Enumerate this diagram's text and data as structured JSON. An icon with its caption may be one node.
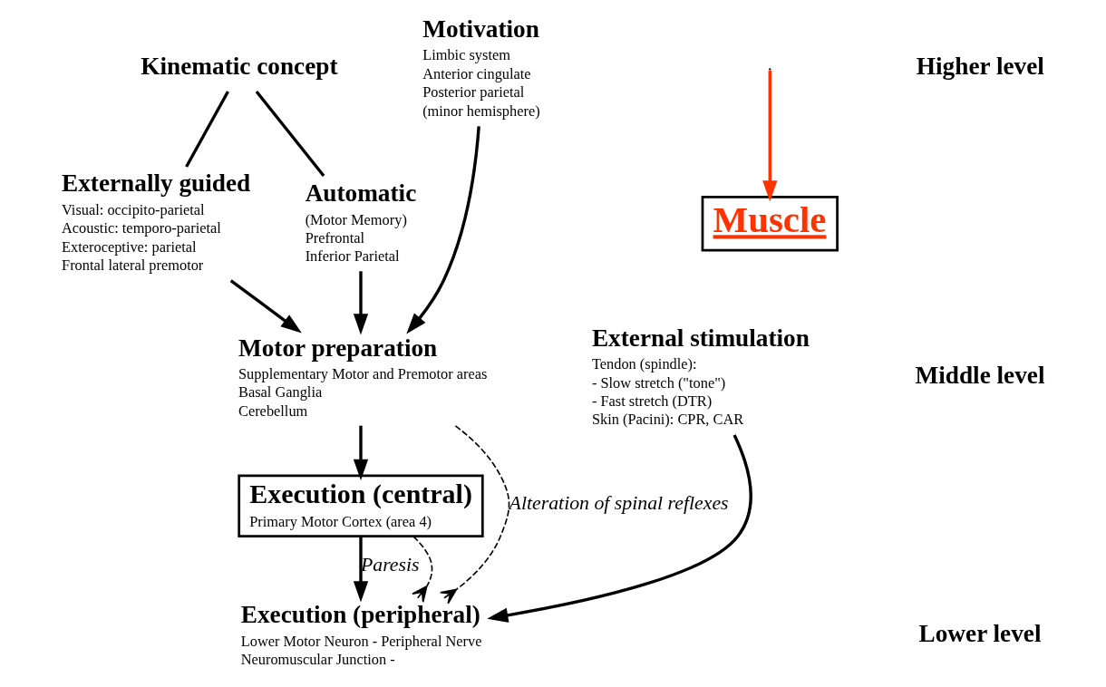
{
  "diagram": {
    "nodes": [
      {
        "text": [
          "Kinematic concept"
        ]
      },
      {
        "text": [
          "Externally guided",
          "Visual: occipito-parietal",
          "Acoustic: temporo-parietal",
          "Exteroceptive: parietal",
          "Frontal lateral premotor"
        ]
      },
      {
        "text": [
          "Automatic",
          "(Motor Memory)",
          "Prefrontal",
          "Inferior Parietal"
        ]
      },
      {
        "text": [
          "Motivation",
          "Limbic system",
          "Anterior cingulate",
          "Posterior parietal",
          "(minor hemisphere)"
        ]
      },
      {
        "text": [
          "Motor preparation",
          "Supplementary Motor and Premotor areas",
          "Basal Ganglia",
          "Cerebellum"
        ]
      },
      {
        "text": [
          "Execution (central)",
          "Primary Motor Cortex (area 4)"
        ]
      },
      {
        "text": [
          "Execution (peripheral)",
          "Lower Motor Neuron - Peripheral Nerve",
          "Neuromuscular Junction -"
        ]
      },
      {
        "text": [
          "External stimulation",
          "Tendon (spindle):",
          "- Slow stretch (\"tone\")",
          "- Fast stretch (DTR)",
          "Skin (Pacini): CPR, CAR"
        ]
      },
      {
        "text": [
          "Muscle"
        ]
      }
    ],
    "edges": [
      {
        "from": 0,
        "to": 1,
        "arrow": "none"
      },
      {
        "from": 0,
        "to": 2,
        "arrow": "none"
      },
      {
        "from": 1,
        "to": 4,
        "arrow": "to"
      },
      {
        "from": 2,
        "to": 4,
        "arrow": "to"
      },
      {
        "from": 3,
        "to": 4,
        "arrow": "to"
      },
      {
        "from": 4,
        "to": 5,
        "arrow": "to"
      },
      {
        "from": 5,
        "to": 6,
        "arrow": "to",
        "label": "Paresis"
      },
      {
        "from": 4,
        "to": 6,
        "arrow": "other",
        "style": "dashed",
        "label": "Alteration of spinal reflexes"
      },
      {
        "from": 5,
        "to": 6,
        "arrow": "other",
        "style": "dashed"
      },
      {
        "from": 7,
        "to": 6,
        "arrow": "to"
      },
      {
        "from": null,
        "to": 8,
        "arrow": "to",
        "color": "#ff3300"
      }
    ],
    "labels": [
      "Higher level",
      "Middle level",
      "Lower level"
    ]
  }
}
